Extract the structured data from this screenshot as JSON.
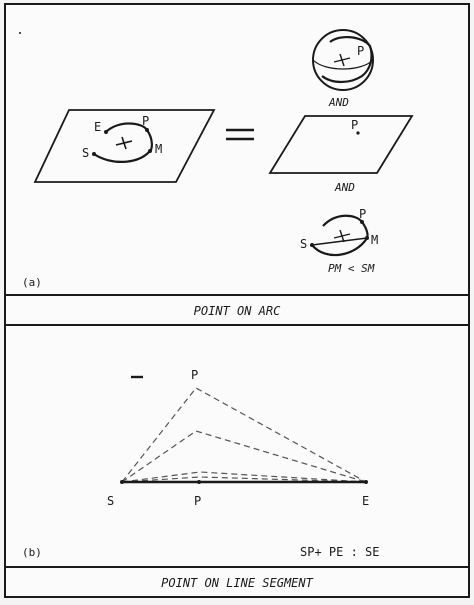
{
  "panel_a": {
    "tag": "(a)",
    "caption": "POINT ON ARC",
    "left_figure": {
      "labels": {
        "E": "E",
        "P": "P",
        "S": "S",
        "M": "M"
      }
    },
    "equals": "=",
    "sphere": {
      "label": "P",
      "and": "AND"
    },
    "plane": {
      "label": "P",
      "and": "AND"
    },
    "chord": {
      "labels": {
        "P": "P",
        "S": "S",
        "M": "M"
      },
      "relation": "PM < SM"
    }
  },
  "panel_b": {
    "tag": "(b)",
    "caption": "POINT ON LINE SEGMENT",
    "labels": {
      "P_top": "P",
      "S": "S",
      "P_bottom": "P",
      "E": "E"
    },
    "equation": "SP+ PE : SE"
  }
}
